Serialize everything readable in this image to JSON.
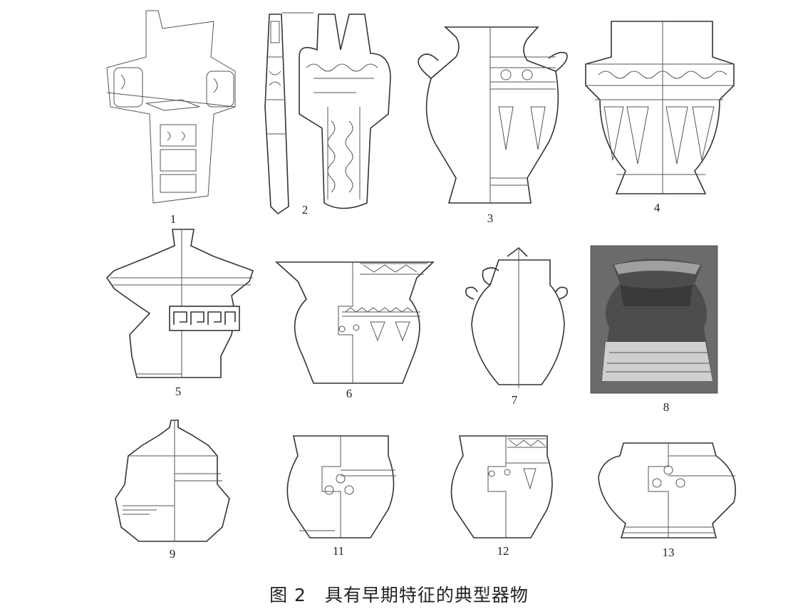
{
  "figure": {
    "caption": "图 2　具有早期特征的典型器物",
    "items": [
      {
        "label": "1"
      },
      {
        "label": "2"
      },
      {
        "label": "3"
      },
      {
        "label": "4"
      },
      {
        "label": "5"
      },
      {
        "label": "6"
      },
      {
        "label": "7"
      },
      {
        "label": "8"
      },
      {
        "label": "9"
      },
      {
        "label": "11"
      },
      {
        "label": "12"
      },
      {
        "label": "13"
      }
    ]
  }
}
